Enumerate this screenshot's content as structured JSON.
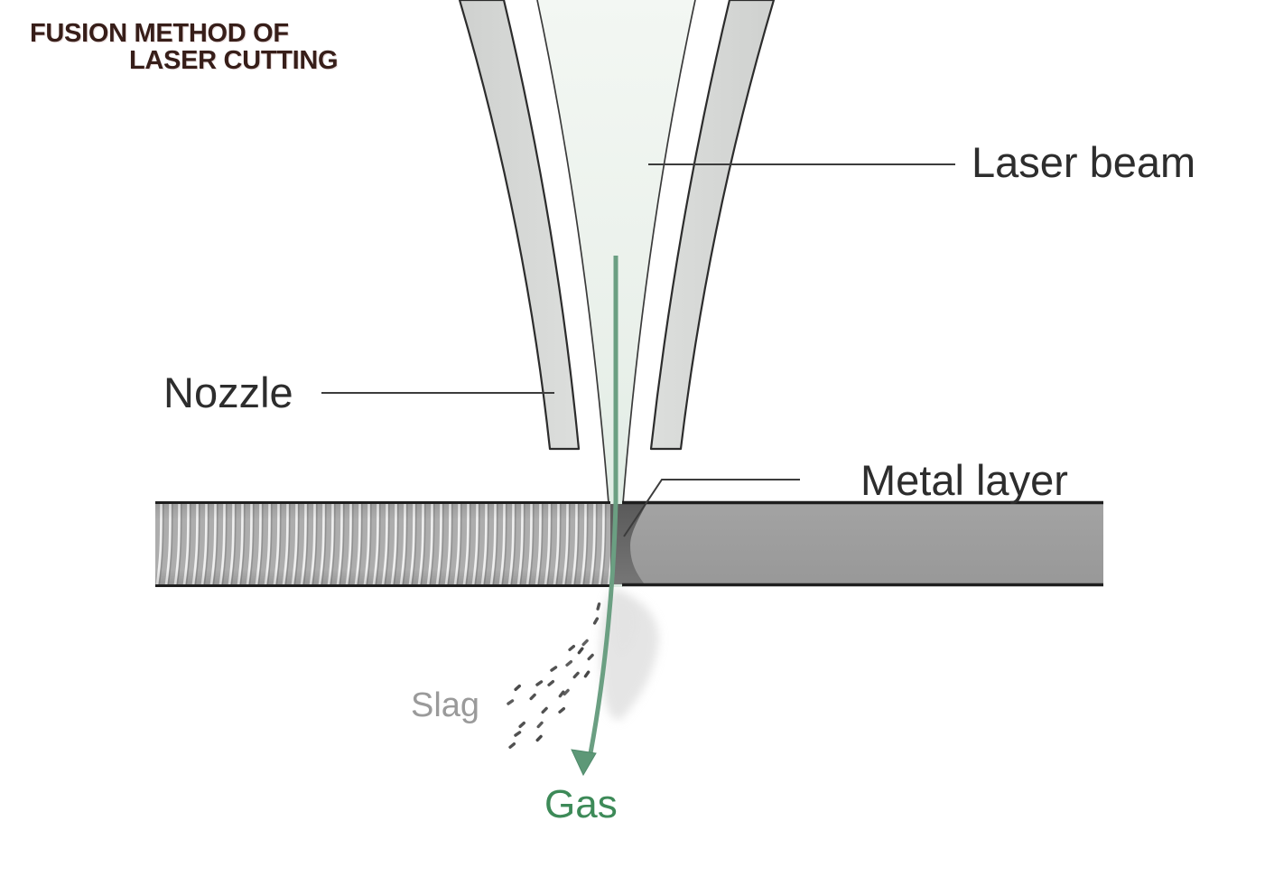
{
  "title": {
    "line1": "FUSION METHOD OF",
    "line2": "LASER CUTTING"
  },
  "labels": {
    "laser_beam": "Laser beam",
    "nozzle": "Nozzle",
    "metal_layer": "Metal layer",
    "slag": "Slag",
    "gas": "Gas"
  },
  "colors": {
    "title_text": "#371e19",
    "label_text": "#2d2d2d",
    "slag_text": "#9a9a9a",
    "gas_text": "#3d8a58",
    "gas_arrow": "#6b9f82",
    "nozzle_fill": "#d4d6d4",
    "beam_fill_top": "#f2f6f2",
    "beam_fill_bottom": "#ddeae3",
    "metal_left_fill": "#adadad",
    "metal_right_fill": "#9d9d9d",
    "melt_front": "#5e5e5e",
    "outline": "#2c2c2c",
    "leader_line": "#3c3c3c",
    "plume": "#cccccc",
    "slag_particle": "#515151"
  }
}
